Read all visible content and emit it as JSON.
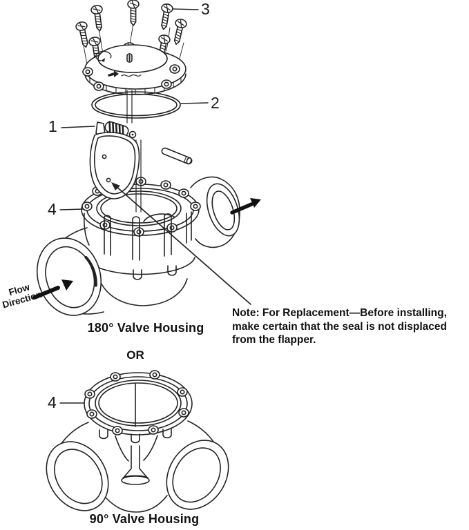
{
  "diagram": {
    "callouts": {
      "flapper_assembly": "1",
      "lid_seal_ring": "2",
      "screws": "3",
      "housing": "4"
    },
    "flow_label": {
      "line1": "Flow",
      "line2": "Direction"
    },
    "captions": {
      "housing_180": "180° Valve Housing",
      "or_divider": "OR",
      "housing_90": "90° Valve Housing"
    },
    "note": {
      "lines": [
        "Note: For Replacement—Before installing,",
        "make certain that the seal is not displaced",
        "from the flapper."
      ]
    },
    "colors": {
      "line_art": "#222222",
      "arrow_fill": "#111111",
      "background": "#ffffff",
      "text": "#111111"
    }
  }
}
